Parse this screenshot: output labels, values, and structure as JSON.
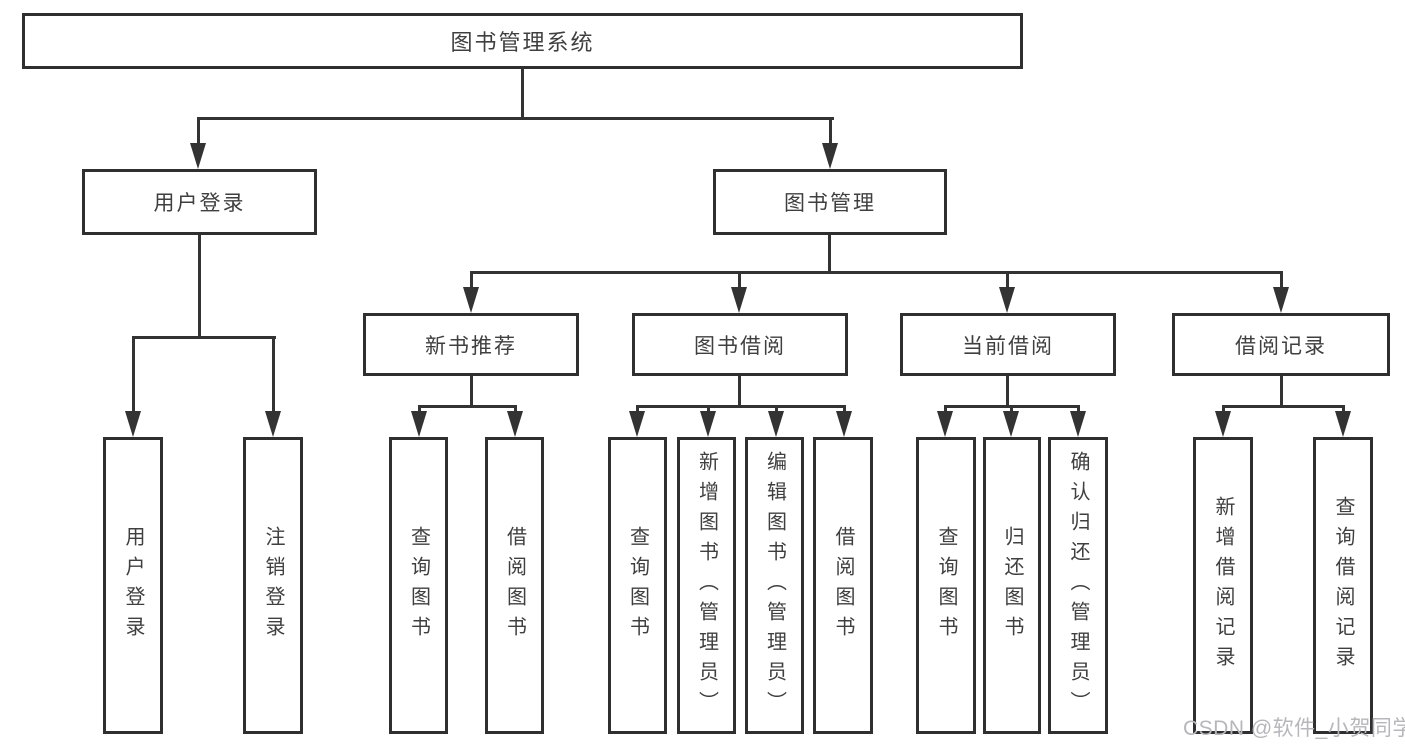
{
  "diagram": {
    "title": "图书管理系统",
    "type": "functional-structure-tree"
  },
  "nodes": {
    "system": {
      "label": "图书管理系统"
    },
    "user_login": {
      "label": "用户登录"
    },
    "book_mgmt": {
      "label": "图书管理"
    },
    "new_book_rec": {
      "label": "新书推荐"
    },
    "book_borrow": {
      "label": "图书借阅"
    },
    "current_borrow": {
      "label": "当前借阅"
    },
    "borrow_record": {
      "label": "借阅记录"
    },
    "leaf_login": {
      "label": "用户登录"
    },
    "leaf_logout": {
      "label": "注销登录"
    },
    "leaf_query_book_1": {
      "label": "查询图书"
    },
    "leaf_borrow_book_1": {
      "label": "借阅图书"
    },
    "leaf_query_book_2": {
      "label": "查询图书"
    },
    "leaf_add_book": {
      "label": "新增图书（管理员）"
    },
    "leaf_edit_book": {
      "label": "编辑图书（管理员）"
    },
    "leaf_borrow_book_2": {
      "label": "借阅图书"
    },
    "leaf_query_book_3": {
      "label": "查询图书"
    },
    "leaf_return_book": {
      "label": "归还图书"
    },
    "leaf_confirm_return": {
      "label": "确认归还（管理员）"
    },
    "leaf_add_record": {
      "label": "新增借阅记录"
    },
    "leaf_query_record": {
      "label": "查询借阅记录"
    }
  },
  "hierarchy": {
    "图书管理系统": [
      "用户登录",
      "图书管理"
    ],
    "用户登录": [
      "用户登录",
      "注销登录"
    ],
    "图书管理": [
      "新书推荐",
      "图书借阅",
      "当前借阅",
      "借阅记录"
    ],
    "新书推荐": [
      "查询图书",
      "借阅图书"
    ],
    "图书借阅": [
      "查询图书",
      "新增图书（管理员）",
      "编辑图书（管理员）",
      "借阅图书"
    ],
    "当前借阅": [
      "查询图书",
      "归还图书",
      "确认归还（管理员）"
    ],
    "借阅记录": [
      "新增借阅记录",
      "查询借阅记录"
    ]
  },
  "watermark": {
    "text": "CSDN @软件_小贺同学"
  },
  "colors": {
    "line": "#333333",
    "box_border": "#2f2f2f",
    "text": "#3f3f3f",
    "watermark": "#b7b7bb",
    "background": "#ffffff"
  }
}
